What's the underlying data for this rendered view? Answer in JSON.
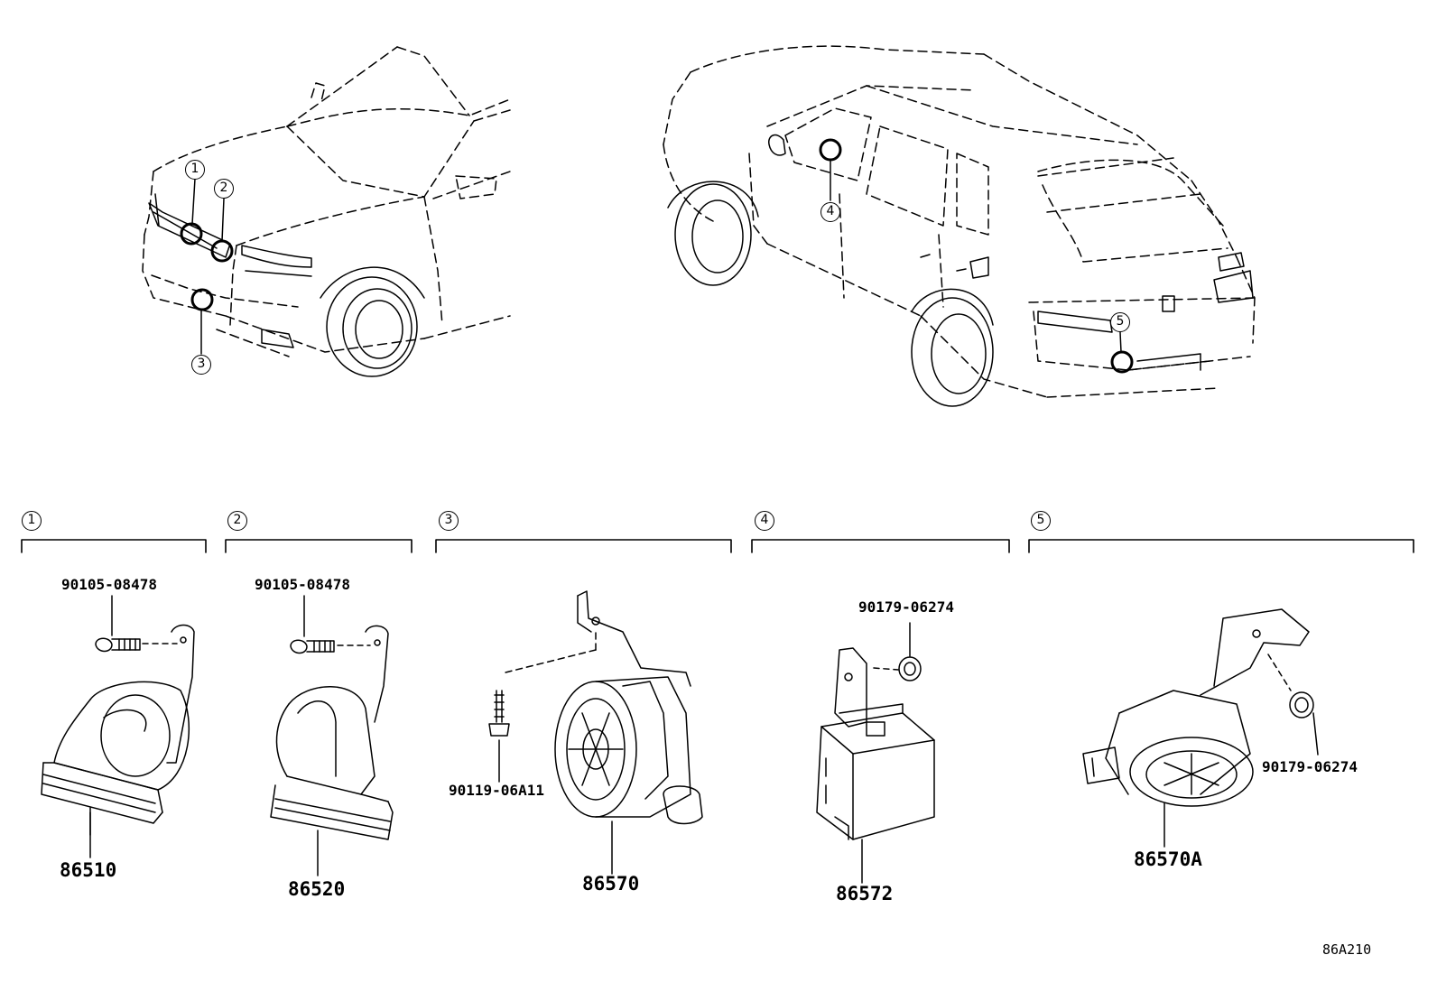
{
  "diagram": {
    "code": "86A210",
    "callouts": [
      "1",
      "2",
      "3",
      "4",
      "5"
    ],
    "sections": [
      {
        "num": "1",
        "part": "86510",
        "sub": [
          "90105-08478"
        ]
      },
      {
        "num": "2",
        "part": "86520",
        "sub": [
          "90105-08478"
        ]
      },
      {
        "num": "3",
        "part": "86570",
        "sub": [
          "90119-06A11"
        ]
      },
      {
        "num": "4",
        "part": "86572",
        "sub": [
          "90179-06274"
        ]
      },
      {
        "num": "5",
        "part": "86570A",
        "sub": [
          "90179-06274"
        ]
      }
    ]
  }
}
